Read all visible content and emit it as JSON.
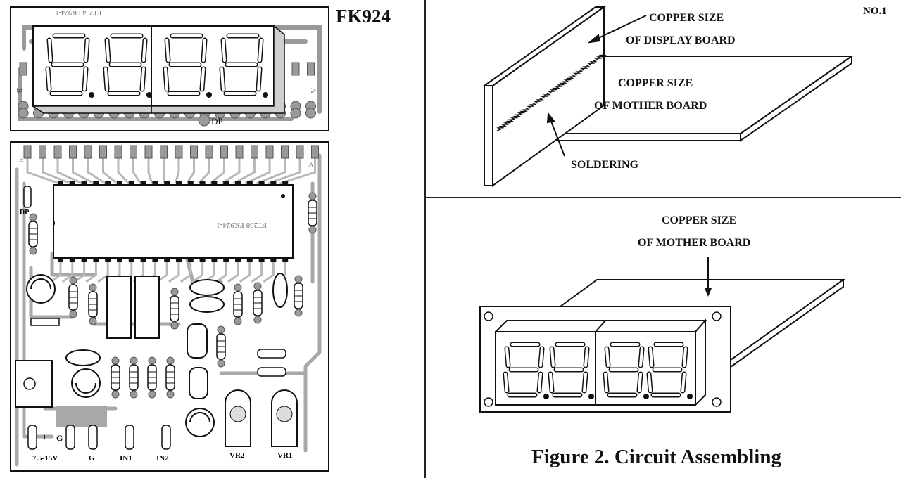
{
  "left": {
    "model": "FK924",
    "display_silk": "FT204  FK924-1",
    "mcu_silk": "FT208  FK924-1",
    "dp_label": "DP",
    "dp_small": "DP",
    "corner_b": "B",
    "corner_a": "A",
    "terminals": {
      "power": "7.5-15V",
      "g1": "G",
      "g2": "G",
      "plus": "+",
      "in1": "IN1",
      "in2": "IN2",
      "vr2": "VR2",
      "vr1": "VR1"
    }
  },
  "right": {
    "page_no": "NO.1",
    "top": {
      "label1a": "COPPER SIZE",
      "label1b": "OF DISPLAY BOARD",
      "label2a": "COPPER SIZE",
      "label2b": "OF MOTHER BOARD",
      "label3": "SOLDERING"
    },
    "bottom": {
      "label1a": "COPPER SIZE",
      "label1b": "OF MOTHER BOARD",
      "caption": "Figure 2. Circuit Assembling"
    }
  }
}
